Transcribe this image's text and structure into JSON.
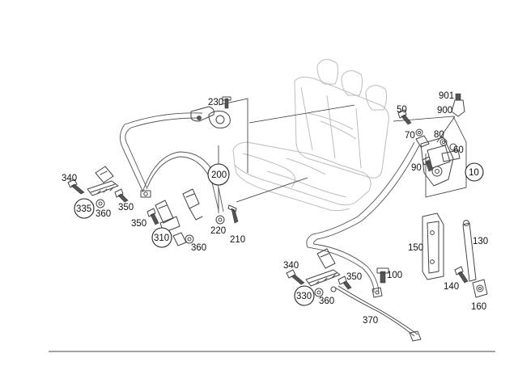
{
  "diagram": {
    "part_numbers": {
      "p10": "10",
      "p50": "50",
      "p60": "60",
      "p70": "70",
      "p80": "80",
      "p90": "90",
      "p100": "100",
      "p130": "130",
      "p140": "140",
      "p150": "150",
      "p160": "160",
      "p200": "200",
      "p210": "210",
      "p220": "220",
      "p230": "230",
      "p310": "310",
      "p330": "330",
      "p335": "335",
      "p340a": "340",
      "p340b": "340",
      "p350a": "350",
      "p350b": "350",
      "p350c": "350",
      "p360a": "360",
      "p360b": "360",
      "p360c": "360",
      "p370": "370",
      "p900": "900",
      "p901": "901"
    }
  }
}
